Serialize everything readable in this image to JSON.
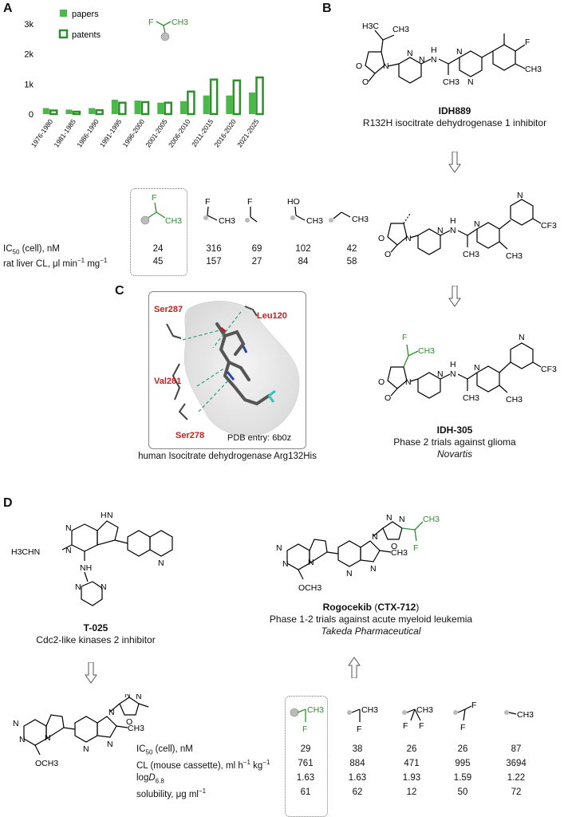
{
  "panels": {
    "a": "A",
    "b": "B",
    "c": "C",
    "d": "D"
  },
  "panel_a": {
    "chart_data": {
      "type": "bar",
      "categories": [
        "1976-1980",
        "1981-1985",
        "1986-1990",
        "1991-1995",
        "1996-2000",
        "2001-2005",
        "2006-2010",
        "2011-2015",
        "2016-2020",
        "2021-2025"
      ],
      "series": [
        {
          "name": "papers",
          "values": [
            200,
            150,
            200,
            480,
            450,
            380,
            430,
            620,
            620,
            720
          ]
        },
        {
          "name": "patents",
          "values": [
            120,
            80,
            130,
            380,
            400,
            380,
            750,
            1150,
            1120,
            1220
          ]
        }
      ],
      "y_ticks": [
        "0",
        "1k",
        "2k",
        "3k"
      ],
      "ylim": [
        0,
        3000
      ],
      "legend_position": "top-left",
      "colors": {
        "papers": "#4db84a",
        "patents": "#2f8f2f"
      }
    },
    "motif": {
      "f": "F",
      "ch3": "CH3"
    },
    "sar": {
      "row_labels": {
        "ic50_pre": "IC",
        "ic50_sub": "50",
        "ic50_post": " (cell), nM",
        "cl_pre": "rat liver CL, μl min",
        "cl_sup1": "−1",
        "cl_mid": " mg",
        "cl_sup2": "−1"
      },
      "columns": [
        {
          "ic50": "24",
          "cl": "45"
        },
        {
          "ic50": "316",
          "cl": "157"
        },
        {
          "ic50": "69",
          "cl": "27"
        },
        {
          "ic50": "102",
          "cl": "84"
        },
        {
          "ic50": "42",
          "cl": "58"
        }
      ],
      "substituent_labels": {
        "f": "F",
        "ch3": "CH3",
        "ho": "HO"
      }
    }
  },
  "panel_b": {
    "idh889": {
      "name": "IDH889",
      "desc": "R132H isocitrate dehydrogenase 1 inhibitor"
    },
    "idh305": {
      "name": "IDH-305",
      "desc": "Phase 2 trials against glioma",
      "company": "Novartis"
    },
    "atoms": {
      "h3c": "H3C",
      "ch3": "CH3",
      "f": "F",
      "cf3": "CF3",
      "n": "N",
      "o": "O",
      "h": "H"
    }
  },
  "panel_c": {
    "residues": [
      "Ser287",
      "Leu120",
      "Val281",
      "Ser278"
    ],
    "pdb": "PDB entry: 6b0z",
    "caption": "human Isocitrate dehydrogenase Arg132His"
  },
  "panel_d": {
    "t025": {
      "name": "T-025",
      "desc": "Cdc2-like kinases 2 inhibitor",
      "substituent": "H3CHN"
    },
    "rogocekib": {
      "name": "Rogocekib",
      "paren_open": " (",
      "code": "CTX-712",
      "paren_close": ")",
      "desc": "Phase 1-2 trials against acute myeloid leukemia",
      "company": "Takeda Pharmaceutical"
    },
    "atoms": {
      "och3": "OCH3",
      "ch3": "CH3",
      "f": "F",
      "nh": "NH",
      "n": "N",
      "o": "O",
      "h": "H"
    },
    "sar": {
      "row_labels": {
        "ic50_pre": "IC",
        "ic50_sub": "50",
        "ic50_post": " (cell), nM",
        "cl_pre": "CL (mouse cassette), ml h",
        "cl_sup1": "−1",
        "cl_mid": " kg",
        "cl_sup2": "−1",
        "logd_pre": "log",
        "logd_d": "D",
        "logd_sub": "6.8",
        "sol_pre": "solubility, μg ml",
        "sol_sup": "−1"
      },
      "columns": [
        {
          "ic50": "29",
          "cl": "761",
          "logd": "1.63",
          "sol": "61"
        },
        {
          "ic50": "38",
          "cl": "884",
          "logd": "1.63",
          "sol": "62"
        },
        {
          "ic50": "26",
          "cl": "471",
          "logd": "1.93",
          "sol": "12"
        },
        {
          "ic50": "26",
          "cl": "995",
          "logd": "1.59",
          "sol": "50"
        },
        {
          "ic50": "87",
          "cl": "3694",
          "logd": "1.22",
          "sol": "72"
        }
      ]
    }
  }
}
